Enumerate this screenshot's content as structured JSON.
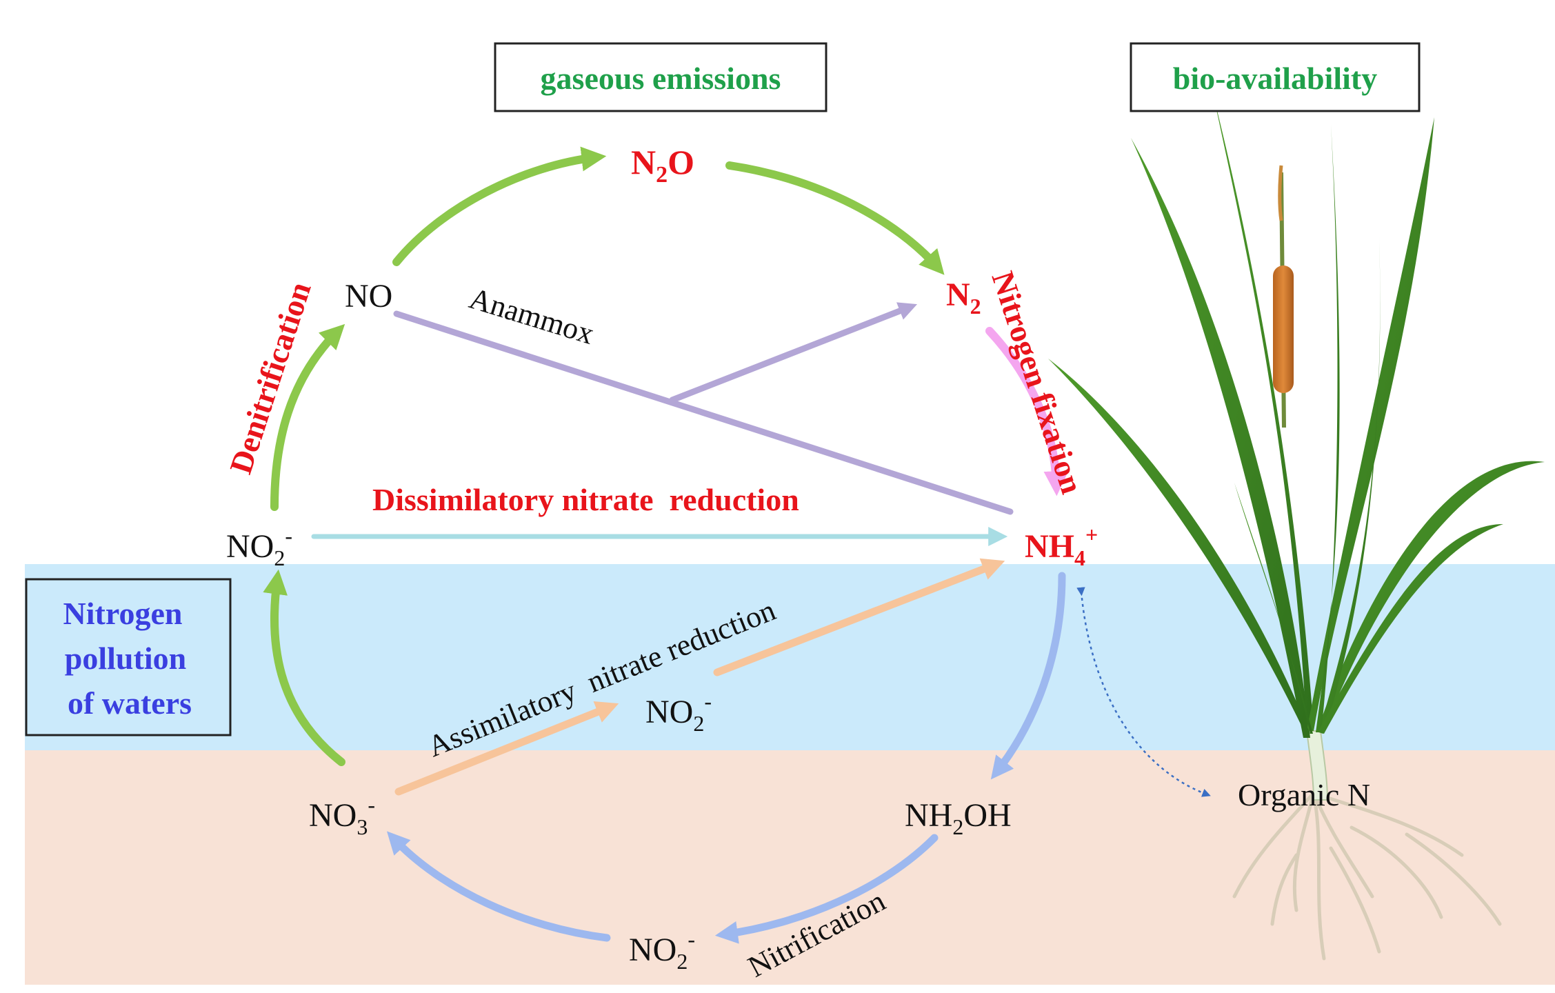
{
  "boxes": {
    "gaseous_emissions": "gaseous emissions",
    "bio_availability": "bio-availability",
    "pollution_line1": "Nitrogen",
    "pollution_line2": "pollution",
    "pollution_line3": "of waters"
  },
  "species": {
    "n2o_main": "N",
    "n2o_sub": "2",
    "n2o_tail": "O",
    "no": "NO",
    "n2_main": "N",
    "n2_sub": "2",
    "nh4_main": "NH",
    "nh4_sub": "4",
    "nh4_sup": "+",
    "no2_left_main": "NO",
    "no2_left_sub": "2",
    "no2_left_sup": "-",
    "no2_mid_main": "NO",
    "no2_mid_sub": "2",
    "no2_mid_sup": "-",
    "no3_main": "NO",
    "no3_sub": "3",
    "no3_sup": "-",
    "nh2oh_main": "NH",
    "nh2oh_sub": "2",
    "nh2oh_tail": "OH",
    "no2_bottom_main": "NO",
    "no2_bottom_sub": "2",
    "no2_bottom_sup": "-",
    "organic_n": "Organic N"
  },
  "processes": {
    "denitrification": "Denitrification",
    "nitrogen_fixation": "Nitrogen fixation",
    "dissimilatory": "Dissimilatory nitrate  reduction",
    "anammox": "Anammox",
    "assimilatory": "Assimilatory  nitrate reduction",
    "nitrification": "Nitrification"
  },
  "colors": {
    "red_label": "#e8141b",
    "green_label": "#1fa04a",
    "blue_label": "#3a3fe0",
    "water_band": "#cbeafb",
    "soil_band": "#f8e2d6",
    "green_arrow": "#8cc84b",
    "purple_arrow": "#b3a6d6",
    "pink_arrow": "#f4a6ef",
    "cyan_arrow": "#a8dde4",
    "orange_arrow": "#f7c49a",
    "blue_arrow": "#9db8ef",
    "dotted_arrow": "#3b6fc4"
  }
}
